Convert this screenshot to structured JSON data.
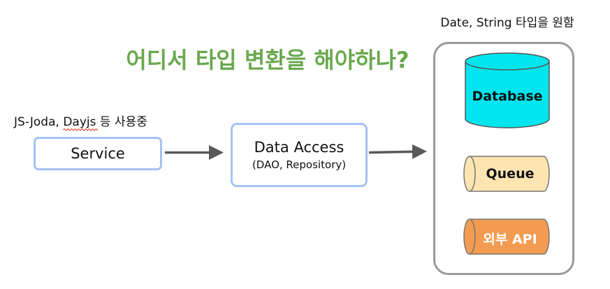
{
  "heading": "어디서 타입 변환을 해야하나?",
  "top_note": "Date, String 타입을 원함",
  "library_note": {
    "pre": "JS-Joda, ",
    "squiggled": "Dayjs",
    "post": " 등 사용중"
  },
  "service": {
    "label": "Service"
  },
  "data_access": {
    "title": "Data Access",
    "subtitle": "(DAO, Repository)"
  },
  "storage": {
    "database": "Database",
    "queue": "Queue",
    "external_api": "외부 API"
  },
  "colors": {
    "heading": "#6aa84f",
    "box_border": "#a4c2f4",
    "storage_border": "#999999",
    "arrow": "#595959",
    "database_fill": "#00e5ee",
    "queue_fill": "#fce5b0",
    "api_fill": "#f39c51"
  }
}
